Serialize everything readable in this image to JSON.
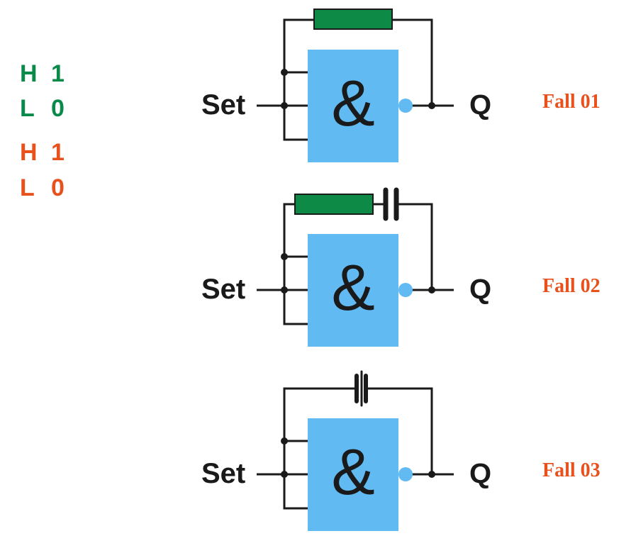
{
  "legend": {
    "green": {
      "color": "#0a8a4a",
      "rows": [
        {
          "level": "H",
          "value": "1"
        },
        {
          "level": "L",
          "value": "0"
        }
      ]
    },
    "orange": {
      "color": "#e8501c",
      "rows": [
        {
          "level": "H",
          "value": "1"
        },
        {
          "level": "L",
          "value": "0"
        }
      ]
    }
  },
  "colors": {
    "gate_fill": "#62baf3",
    "resistor_fill": "#0d8a46",
    "wire": "#1a1a1a",
    "case_label": "#e8501c"
  },
  "circuits": [
    {
      "input_label": "Set",
      "gate_symbol": "&",
      "output_label": "Q",
      "case_label": "Fall 01",
      "feedback": "resistor"
    },
    {
      "input_label": "Set",
      "gate_symbol": "&",
      "output_label": "Q",
      "case_label": "Fall 02",
      "feedback": "resistor-capacitor"
    },
    {
      "input_label": "Set",
      "gate_symbol": "&",
      "output_label": "Q",
      "case_label": "Fall 03",
      "feedback": "capacitor"
    }
  ]
}
